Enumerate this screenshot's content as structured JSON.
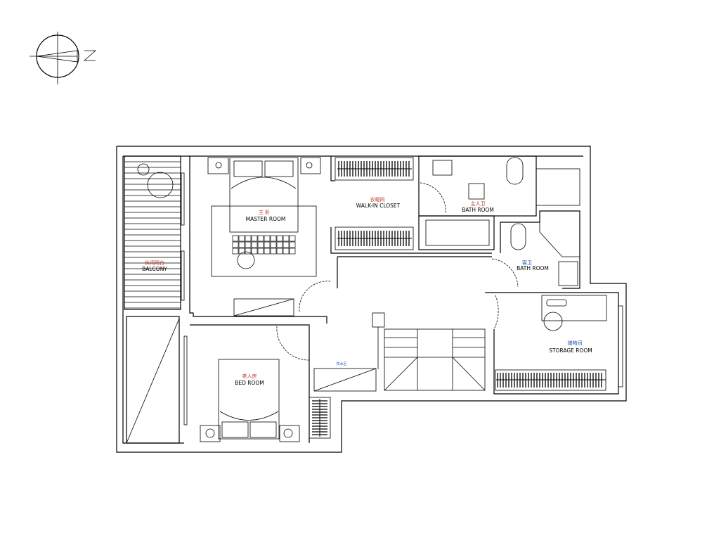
{
  "plan": {
    "rooms": [
      {
        "id": "master",
        "cn": "主 卧",
        "en": "MASTER ROOM"
      },
      {
        "id": "closet",
        "cn": "衣帽间",
        "en": "WALK-IN CLOSET"
      },
      {
        "id": "master-bath",
        "cn": "主人卫",
        "en": "BATH ROOM"
      },
      {
        "id": "balcony",
        "cn": "休闲阳台",
        "en": "BALCONY"
      },
      {
        "id": "guest-bath",
        "cn": "客卫",
        "en": "BATH ROOM"
      },
      {
        "id": "storage",
        "cn": "储物间",
        "en": "STORAGE ROOM"
      },
      {
        "id": "bedroom",
        "cn": "老人房",
        "en": "BED ROOM"
      }
    ],
    "water_area": "饮水区",
    "colors": {
      "cn_label": "#c0392b",
      "cn_label_alt": "#1a4fb5"
    }
  }
}
